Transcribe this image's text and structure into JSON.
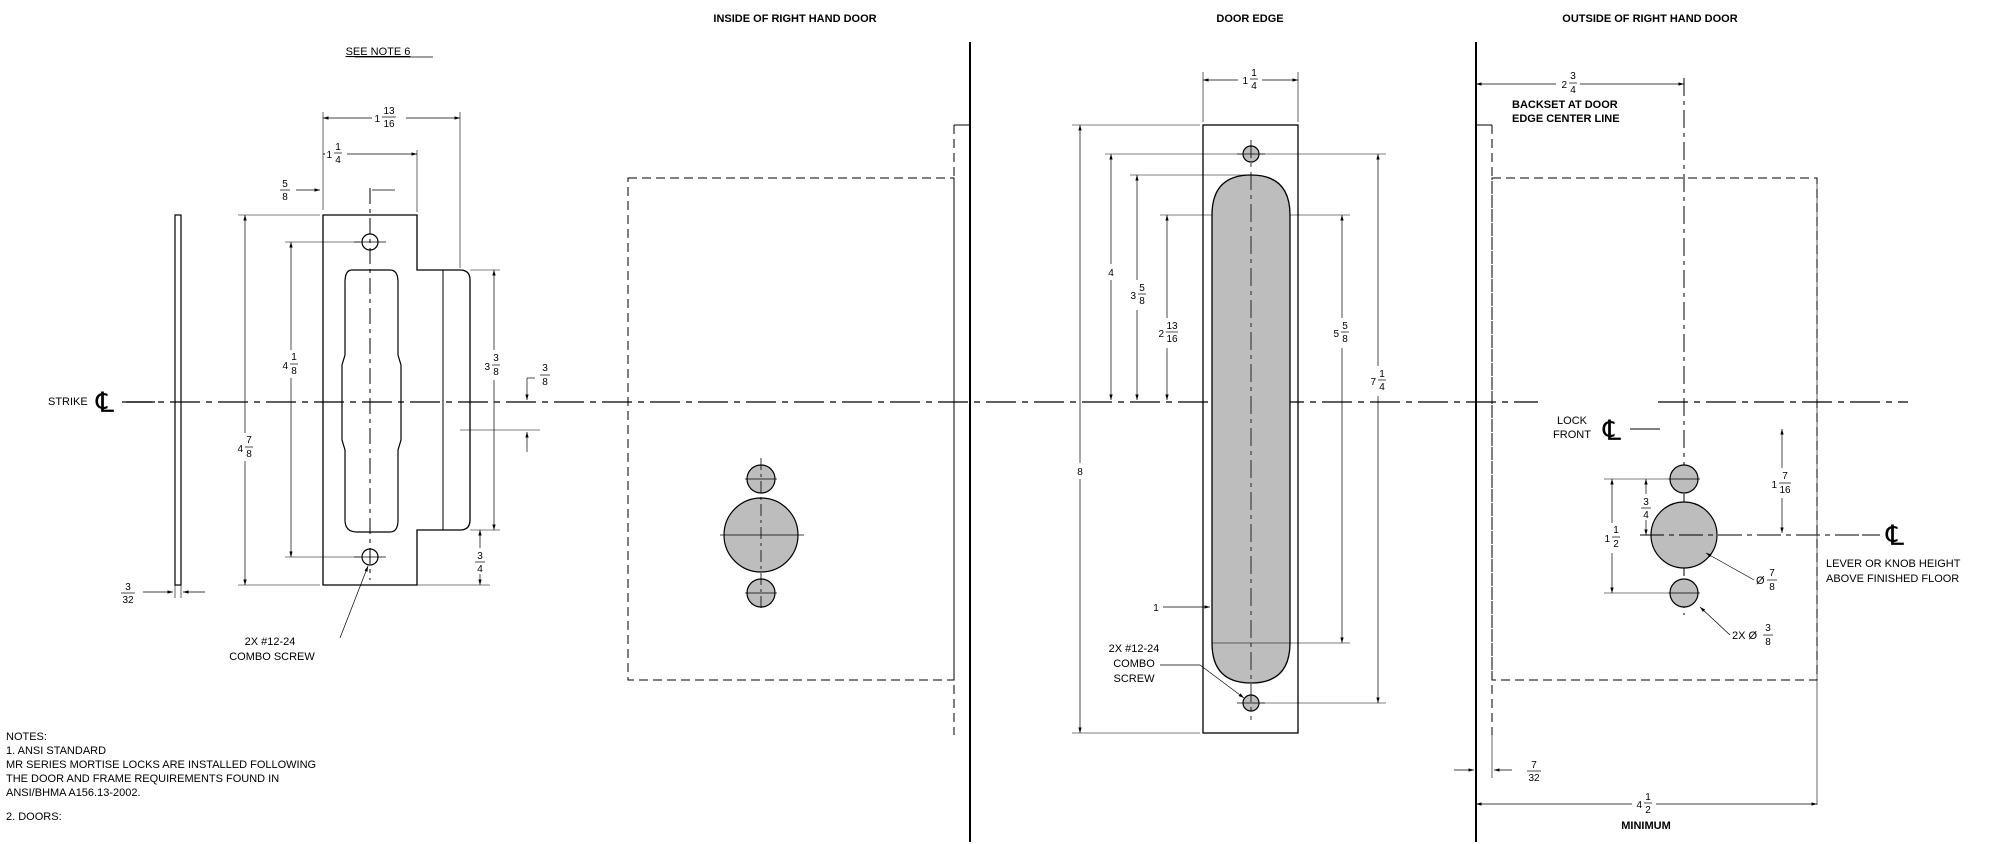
{
  "headers": {
    "inside": "INSIDE OF RIGHT HAND DOOR",
    "edge": "DOOR EDGE",
    "outside": "OUTSIDE OF RIGHT HAND DOOR",
    "see_note": "SEE NOTE 6"
  },
  "strike": {
    "label": "STRIKE",
    "cl_symbol": "℄",
    "dim_w_whole": "1",
    "dim_w_num": "13",
    "dim_w_den": "16",
    "dim_a_whole": "1",
    "dim_a_num": "1",
    "dim_a_den": "4",
    "dim_lip_num": "5",
    "dim_lip_den": "8",
    "dim_h_whole": "4",
    "dim_h_num": "7",
    "dim_h_den": "8",
    "dim_hole_whole": "4",
    "dim_hole_num": "1",
    "dim_hole_den": "8",
    "dim_box_whole": "3",
    "dim_box_num": "3",
    "dim_box_den": "8",
    "dim_off_num": "3",
    "dim_off_den": "8",
    "dim_bot_num": "3",
    "dim_bot_den": "4",
    "dim_thk_num": "3",
    "dim_thk_den": "32",
    "screw_line1": "2X #12-24",
    "screw_line2": "COMBO SCREW"
  },
  "door_edge": {
    "dim_w_whole": "1",
    "dim_w_num": "1",
    "dim_w_den": "4",
    "dim_8": "8",
    "dim_4": "4",
    "dim_a_whole": "3",
    "dim_a_num": "5",
    "dim_a_den": "8",
    "dim_b_whole": "2",
    "dim_b_num": "13",
    "dim_b_den": "16",
    "dim_c_whole": "5",
    "dim_c_num": "5",
    "dim_c_den": "8",
    "dim_d_whole": "7",
    "dim_d_num": "1",
    "dim_d_den": "4",
    "dim_1": "1",
    "screw_line1": "2X #12-24",
    "screw_line2": "COMBO",
    "screw_line3": "SCREW"
  },
  "outside": {
    "dim_bs_whole": "2",
    "dim_bs_num": "3",
    "dim_bs_den": "4",
    "backset_line1": "BACKSET AT DOOR",
    "backset_line2": "EDGE CENTER LINE",
    "lock_front_1": "LOCK",
    "lock_front_2": "FRONT",
    "cl_symbol": "℄",
    "dim_a_whole": "1",
    "dim_a_num": "7",
    "dim_a_den": "16",
    "dim_b_num": "3",
    "dim_b_den": "4",
    "dim_c_whole": "1",
    "dim_c_num": "1",
    "dim_c_den": "2",
    "dia_big": "Ø",
    "dia_big_num": "7",
    "dia_big_den": "8",
    "dia_small": "2X Ø",
    "dia_small_num": "3",
    "dia_small_den": "8",
    "lever_line1": "LEVER OR KNOB HEIGHT",
    "lever_line2": "ABOVE FINISHED FLOOR",
    "dim_e_num": "7",
    "dim_e_den": "32",
    "dim_min_whole": "4",
    "dim_min_num": "1",
    "dim_min_den": "2",
    "minimum": "MINIMUM"
  },
  "notes": {
    "title": "NOTES:",
    "n1_title": "1.  ANSI STANDARD",
    "n1_line1": "MR SERIES MORTISE LOCKS ARE INSTALLED FOLLOWING",
    "n1_line2": "THE DOOR AND FRAME REQUIREMENTS FOUND IN",
    "n1_line3": "ANSI/BHMA A156.13-2002.",
    "n2_title": "2.  DOORS:"
  }
}
